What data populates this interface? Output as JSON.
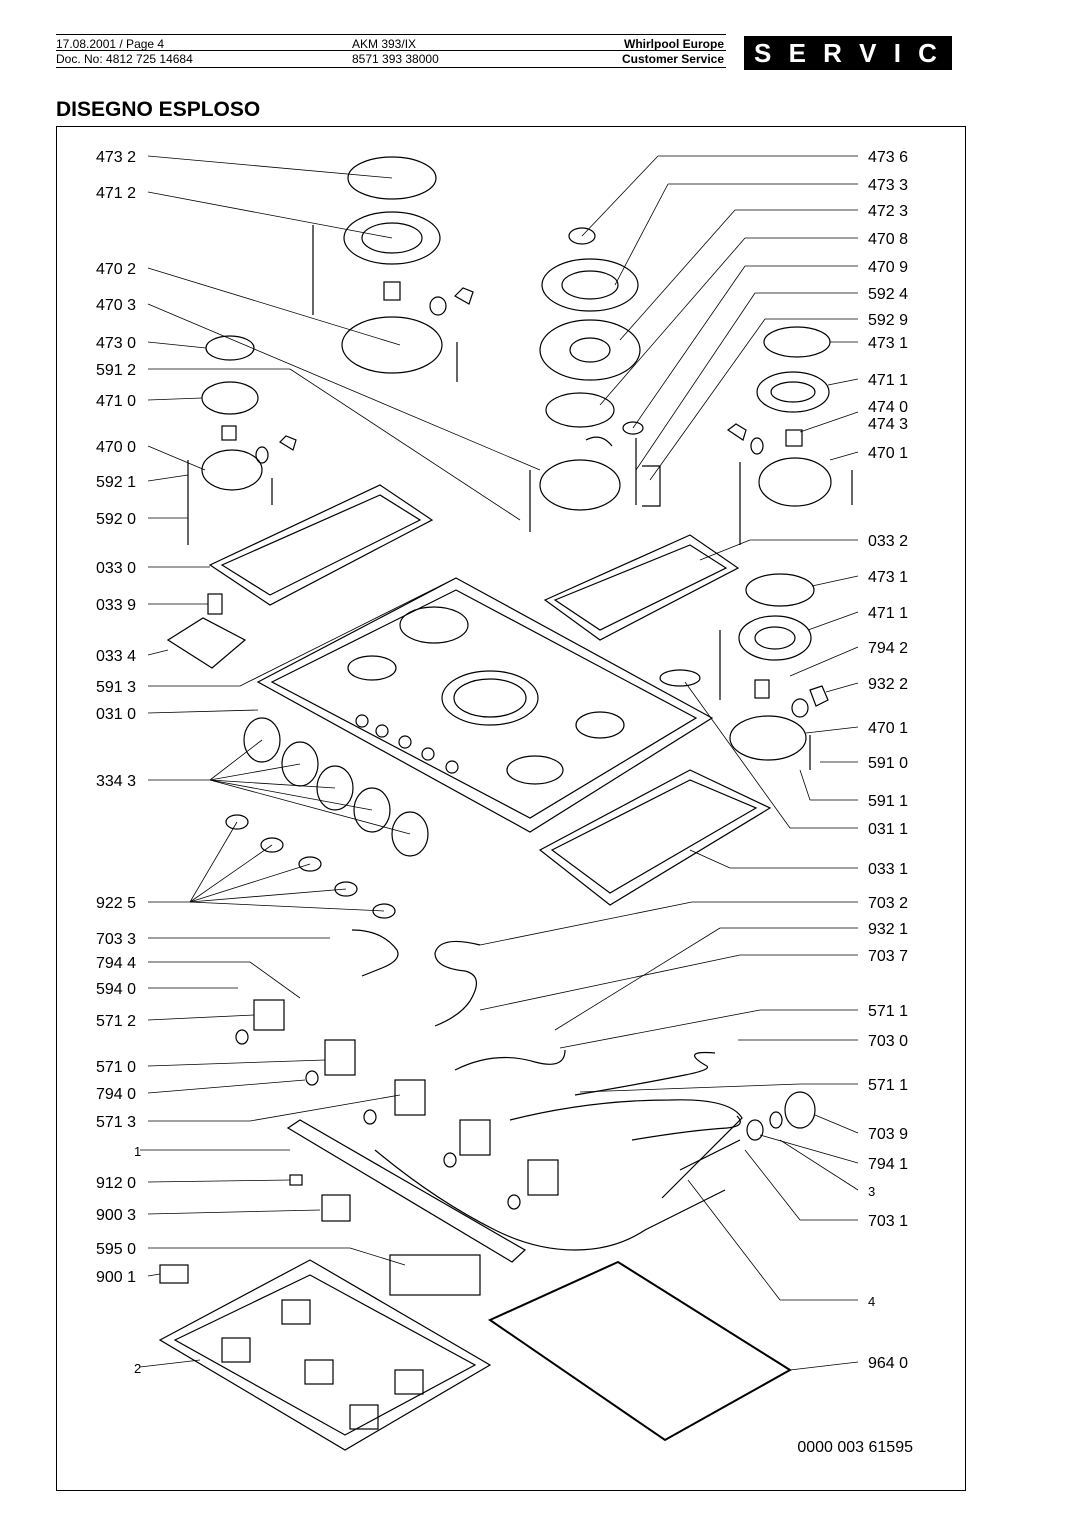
{
  "header": {
    "date_page": "17.08.2001 / Page 4",
    "doc_no": "Doc. No: 4812 725 14684",
    "model": "AKM 393/IX",
    "model_code": "8571 393 38000",
    "company": "Whirlpool Europe",
    "department": "Customer Service",
    "badge": "S E R V I C E"
  },
  "title": "DISEGNO ESPLOSO",
  "labels_left": [
    "473 2",
    "471 2",
    "470 2",
    "470 3",
    "473  0",
    "591 2",
    "471 0",
    "470 0",
    "592 1",
    "592 0",
    "033 0",
    "033 9",
    "033 4",
    "591 3",
    "031 0",
    "334 3",
    "922 5",
    "703 3",
    "794 4",
    "594 0",
    "571 2",
    "571 0",
    "794 0",
    "571 3",
    "1",
    "912 0",
    "900 3",
    "595 0",
    "900 1",
    "2"
  ],
  "labels_right": [
    "473 6",
    "473 3",
    "472 3",
    "470 8",
    "470 9",
    "592 4",
    "592 9",
    "473 1",
    "471 1",
    "474 0",
    "474 3",
    "470 1",
    "033 2",
    "473 1",
    "471 1",
    "794 2",
    "932 2",
    "470 1",
    "591 0",
    "591 1",
    "031 1",
    "033 1",
    "703 2",
    "932 1",
    "703 7",
    "571 1",
    "703 0",
    "571 1",
    "703 9",
    "794 1",
    "3",
    "703 1",
    "4",
    "964 0"
  ],
  "drawing_number": "0000 003 61595"
}
